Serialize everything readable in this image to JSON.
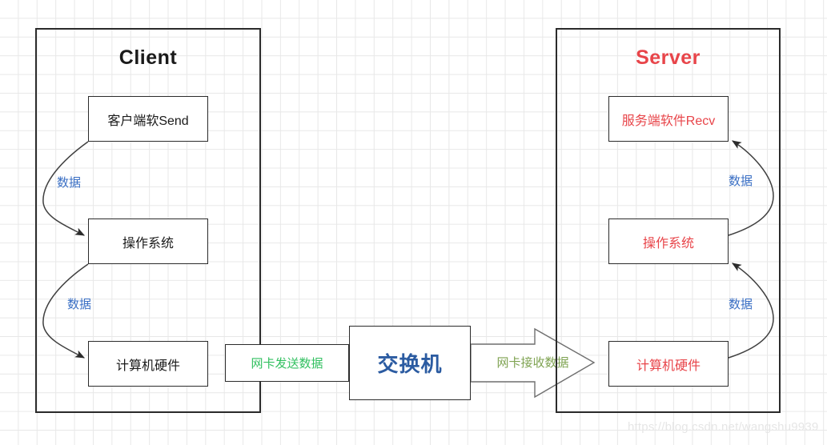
{
  "client": {
    "title": "Client",
    "nodes": [
      {
        "id": "client-send",
        "label": "客户端软Send"
      },
      {
        "id": "client-os",
        "label": "操作系统"
      },
      {
        "id": "client-hw",
        "label": "计算机硬件"
      }
    ],
    "flow_labels": [
      {
        "id": "client-data-1",
        "label": "数据"
      },
      {
        "id": "client-data-2",
        "label": "数据"
      }
    ]
  },
  "server": {
    "title": "Server",
    "nodes": [
      {
        "id": "server-recv",
        "label": "服务端软件Recv"
      },
      {
        "id": "server-os",
        "label": "操作系统"
      },
      {
        "id": "server-hw",
        "label": "计算机硬件"
      }
    ],
    "flow_labels": [
      {
        "id": "server-data-1",
        "label": "数据"
      },
      {
        "id": "server-data-2",
        "label": "数据"
      }
    ]
  },
  "network": {
    "nic_send_label": "网卡发送数据",
    "switch_label": "交换机",
    "nic_recv_label": "网卡接收数据"
  },
  "watermark": "https://blog.csdn.net/wangshu9939",
  "colors": {
    "client_text": "#1a1a1a",
    "server_text": "#e8454a",
    "data_flow": "#3a6fc4",
    "nic_send": "#32c060",
    "nic_recv": "#7fa352",
    "switch": "#2b5ba1",
    "border": "#2b2b2b",
    "grid": "#e8e8e8",
    "watermark": "#e6e6e6"
  }
}
